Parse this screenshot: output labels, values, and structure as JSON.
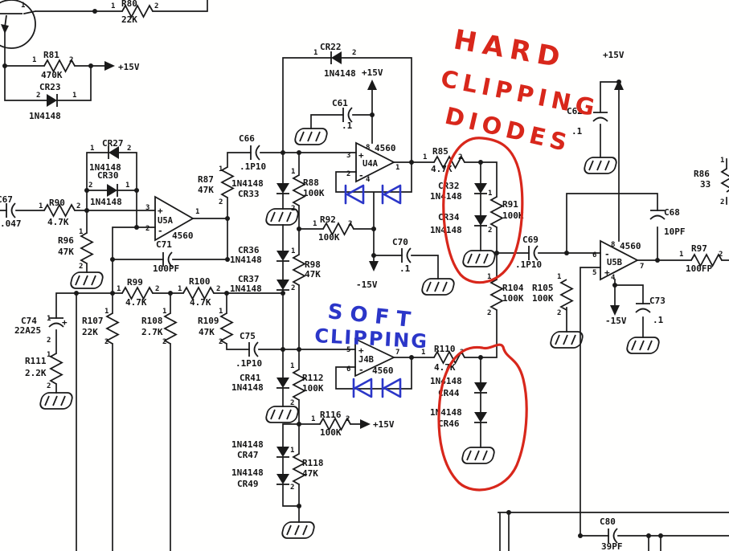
{
  "colors": {
    "ink": "#1a1a1a",
    "annotation_red": "#d8271b",
    "annotation_blue": "#2b36c8",
    "paper": "#ffffff"
  },
  "annotations": {
    "hard1": "HARD",
    "hard2": "CLIPPING",
    "hard3": "DIODES",
    "soft1": "SOFT",
    "soft2": "CLIPPING"
  },
  "power": {
    "pos": "+15V",
    "neg": "-15V"
  },
  "pins": {
    "p1": "1",
    "p2": "2",
    "p3": "3",
    "p4": "4",
    "p5": "5",
    "p6": "6",
    "p7": "7",
    "p8": "8",
    "plus": "+",
    "minus": "-"
  },
  "components": {
    "q1": {
      "ref": "",
      "val": ""
    },
    "r80": {
      "ref": "R80",
      "val": "22K"
    },
    "r81": {
      "ref": "R81",
      "val": "470K"
    },
    "cr23": {
      "ref": "CR23",
      "val": "1N4148"
    },
    "cr27": {
      "ref": "CR27",
      "val": "1N4148"
    },
    "cr30": {
      "ref": "CR30",
      "val": "1N4148"
    },
    "c67": {
      "ref": "C67",
      "val": ".047"
    },
    "r90": {
      "ref": "R90",
      "val": "4.7K"
    },
    "r96": {
      "ref": "R96",
      "val": "47K"
    },
    "u5a": {
      "ref": "U5A",
      "val": "4560"
    },
    "c71": {
      "ref": "C71",
      "val": "100PF"
    },
    "r87": {
      "ref": "R87",
      "val": "47K"
    },
    "r99": {
      "ref": "R99",
      "val": "4.7K"
    },
    "r100": {
      "ref": "R100",
      "val": "4.7K"
    },
    "r107": {
      "ref": "R107",
      "val": "22K"
    },
    "r108": {
      "ref": "R108",
      "val": "2.7K"
    },
    "r109": {
      "ref": "R109",
      "val": "47K"
    },
    "c74": {
      "ref": "C74",
      "val": "22A25"
    },
    "r111": {
      "ref": "R111",
      "val": "2.2K"
    },
    "c66": {
      "ref": "C66",
      "val": ".1P10"
    },
    "cr33": {
      "ref": "CR33",
      "val": "1N4148"
    },
    "r88": {
      "ref": "R88",
      "val": "100K"
    },
    "cr36": {
      "ref": "CR36",
      "val": "1N4148"
    },
    "cr37": {
      "ref": "CR37",
      "val": "1N4148"
    },
    "r98": {
      "ref": "R98",
      "val": "47K"
    },
    "r92": {
      "ref": "R92",
      "val": "100K"
    },
    "cr22": {
      "ref": "CR22",
      "val": "1N4148"
    },
    "c61": {
      "ref": "C61",
      "val": ".1"
    },
    "u4a": {
      "ref": "U4A",
      "val": "4560"
    },
    "r85": {
      "ref": "R85",
      "val": "4.7K"
    },
    "cr32": {
      "ref": "CR32",
      "val": "1N4148"
    },
    "cr34": {
      "ref": "CR34",
      "val": "1N4148"
    },
    "r91": {
      "ref": "R91",
      "val": "100K"
    },
    "c69": {
      "ref": "C69",
      "val": ".1P10"
    },
    "r104": {
      "ref": "R104",
      "val": "100K"
    },
    "r105": {
      "ref": "R105",
      "val": "100K"
    },
    "c70": {
      "ref": "C70",
      "val": ".1"
    },
    "j4b": {
      "ref": "J4B",
      "val": "4560"
    },
    "r110": {
      "ref": "R110",
      "val": "4.7K"
    },
    "cr44": {
      "ref": "CR44",
      "val": "1N4148"
    },
    "cr46": {
      "ref": "CR46",
      "val": "1N4148"
    },
    "c75": {
      "ref": "C75",
      "val": ".1P10"
    },
    "cr41": {
      "ref": "CR41",
      "val": "1N4148"
    },
    "r112": {
      "ref": "R112",
      "val": "100K"
    },
    "r116": {
      "ref": "R116",
      "val": "100K"
    },
    "cr47": {
      "ref": "CR47",
      "val": "1N4148"
    },
    "cr49": {
      "ref": "CR49",
      "val": "1N4148"
    },
    "r118": {
      "ref": "R118",
      "val": "47K"
    },
    "c62": {
      "ref": "C62",
      "val": ".1"
    },
    "c68": {
      "ref": "C68",
      "val": "10PF"
    },
    "u5b": {
      "ref": "U5B",
      "val": "4560"
    },
    "r97": {
      "ref": "R97",
      "val": "100FP"
    },
    "c73": {
      "ref": "C73",
      "val": ".1"
    },
    "r86": {
      "ref": "R86",
      "val": "33"
    },
    "c80": {
      "ref": "C80",
      "val": "39PF"
    }
  }
}
